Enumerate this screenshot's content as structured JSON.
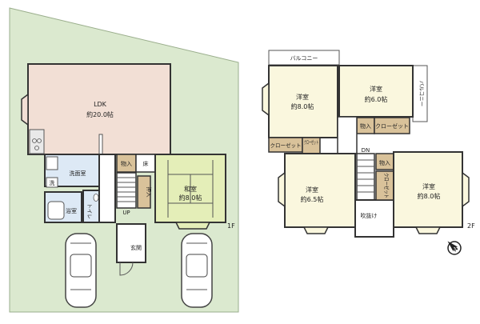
{
  "floor1": {
    "ldk": {
      "name": "LDK",
      "size": "約20.0帖"
    },
    "washroom": "洗面室",
    "washer": "洗",
    "bath": "浴室",
    "toilet": "トイレ",
    "storage": "物入",
    "tokonoma": "床",
    "oshiire": "押入",
    "washitsu": {
      "name": "和室",
      "size": "約8.0帖"
    },
    "up": "UP",
    "entrance": "玄関",
    "floor_label": "1F"
  },
  "floor2": {
    "balcony_top": "バルコニー",
    "balcony_right": "バルコニー",
    "room_nw": {
      "name": "洋室",
      "size": "約8.0帖"
    },
    "room_ne": {
      "name": "洋室",
      "size": "約6.0帖"
    },
    "room_sw": {
      "name": "洋室",
      "size": "約6.5帖"
    },
    "room_se": {
      "name": "洋室",
      "size": "約8.0帖"
    },
    "storage_a": "物入",
    "storage_b": "物入",
    "closet_a": "クローゼット",
    "closet_b": "クローゼット",
    "closet_small": "クローゼット",
    "closet_vert": "クローゼット",
    "dn": "DN",
    "void": "吹抜け",
    "floor_label": "2F"
  },
  "colors": {
    "lot": "#dbe9cf",
    "ldk": "#f2dfd5",
    "wet": "#dde9f5",
    "washitsu": "#e4eeb8",
    "room": "#faf7de",
    "closet": "#d9c29a",
    "wall": "#333333"
  },
  "compass_icon": "north-arrow-icon"
}
